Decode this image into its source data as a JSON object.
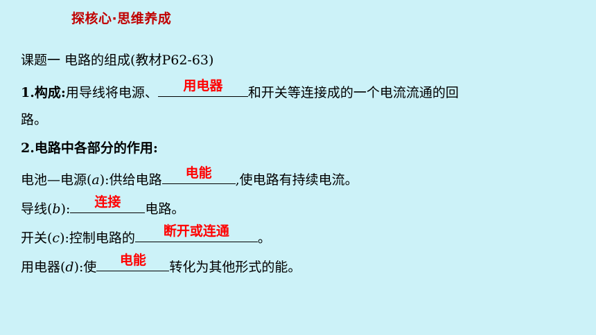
{
  "header": {
    "title": "探核心·思维养成"
  },
  "topic": {
    "text": "课题一 电路的组成(教材P62-63)"
  },
  "item1": {
    "label": "1.构成:",
    "text_before": "用导线将电源、",
    "answer": "用电器",
    "text_after": "和开关等连接成的一个电流流通的回",
    "text_wrap": "路。"
  },
  "item2": {
    "label": "2.电路中各部分的作用:"
  },
  "battery": {
    "text_before": "电池—电源(",
    "var": "a",
    "text_mid": "):供给电路",
    "answer": "电能",
    "text_after": ",使电路有持续电流。"
  },
  "wire": {
    "text_before": "导线(",
    "var": "b",
    "text_mid": "):",
    "answer": "连接",
    "text_after": "电路。"
  },
  "switch": {
    "text_before": "开关(",
    "var": "c",
    "text_mid": "):控制电路的",
    "answer": "断开或连通",
    "text_after": "。"
  },
  "appliance": {
    "text_before": "用电器(",
    "var": "d",
    "text_mid": "):使",
    "answer": "电能",
    "text_after": "转化为其他形式的能。"
  },
  "colors": {
    "background": "#ccf2f8",
    "header": "#c00000",
    "answer": "#ff0000"
  }
}
